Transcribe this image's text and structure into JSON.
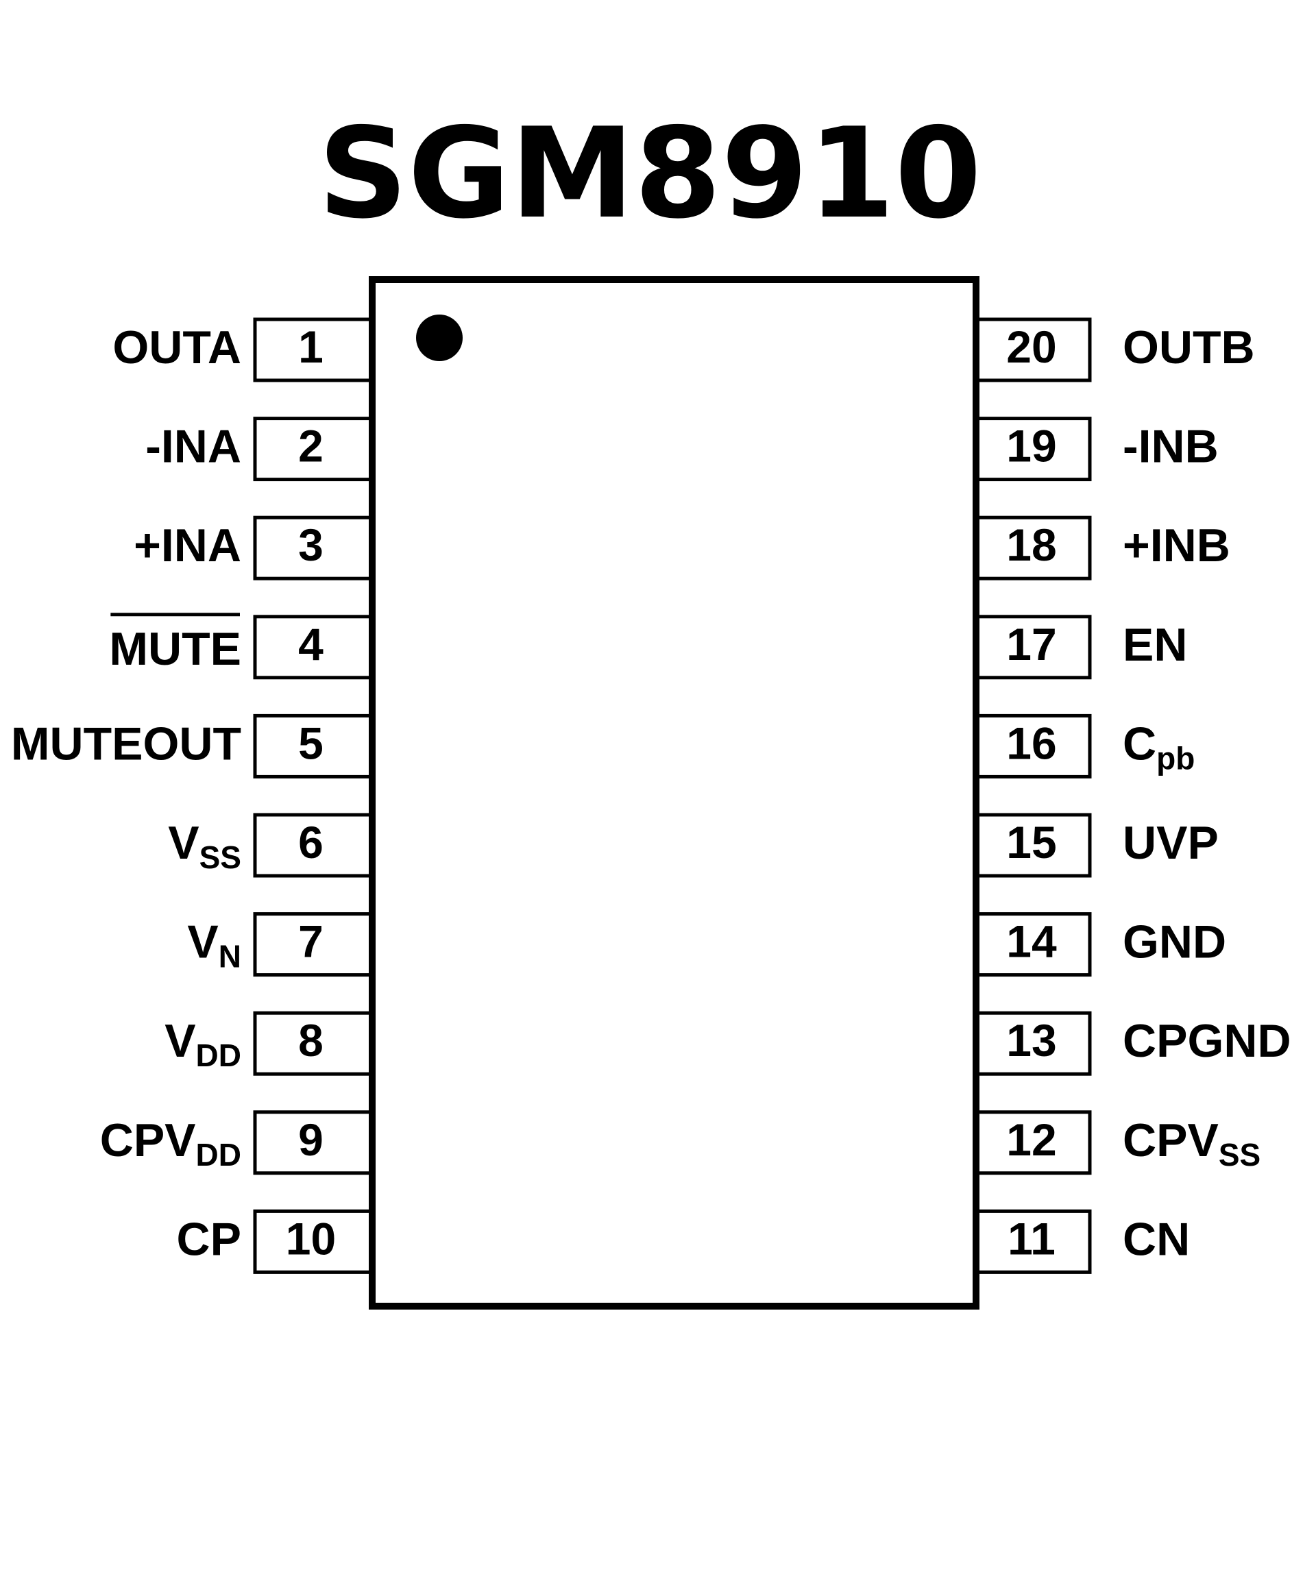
{
  "title": "SGM8910",
  "diagram_type": "IC pinout",
  "pin1_marker": "dot",
  "pins_left": [
    {
      "number": "1",
      "name": "OUTA",
      "sub": "",
      "overline": false
    },
    {
      "number": "2",
      "name": "-INA",
      "sub": "",
      "overline": false
    },
    {
      "number": "3",
      "name": "+INA",
      "sub": "",
      "overline": false
    },
    {
      "number": "4",
      "name": "MUTE",
      "sub": "",
      "overline": true
    },
    {
      "number": "5",
      "name": "MUTEOUT",
      "sub": "",
      "overline": false
    },
    {
      "number": "6",
      "name": "V",
      "sub": "SS",
      "overline": false
    },
    {
      "number": "7",
      "name": "V",
      "sub": "N",
      "overline": false
    },
    {
      "number": "8",
      "name": "V",
      "sub": "DD",
      "overline": false
    },
    {
      "number": "9",
      "name": "CPV",
      "sub": "DD",
      "overline": false
    },
    {
      "number": "10",
      "name": "CP",
      "sub": "",
      "overline": false
    }
  ],
  "pins_right": [
    {
      "number": "20",
      "name": "OUTB",
      "sub": ""
    },
    {
      "number": "19",
      "name": "-INB",
      "sub": ""
    },
    {
      "number": "18",
      "name": "+INB",
      "sub": ""
    },
    {
      "number": "17",
      "name": "EN",
      "sub": ""
    },
    {
      "number": "16",
      "name": "C",
      "sub": "pb"
    },
    {
      "number": "15",
      "name": "UVP",
      "sub": ""
    },
    {
      "number": "14",
      "name": "GND",
      "sub": ""
    },
    {
      "number": "13",
      "name": "CPGND",
      "sub": ""
    },
    {
      "number": "12",
      "name": "CPV",
      "sub": "SS"
    },
    {
      "number": "11",
      "name": "CN",
      "sub": ""
    }
  ]
}
